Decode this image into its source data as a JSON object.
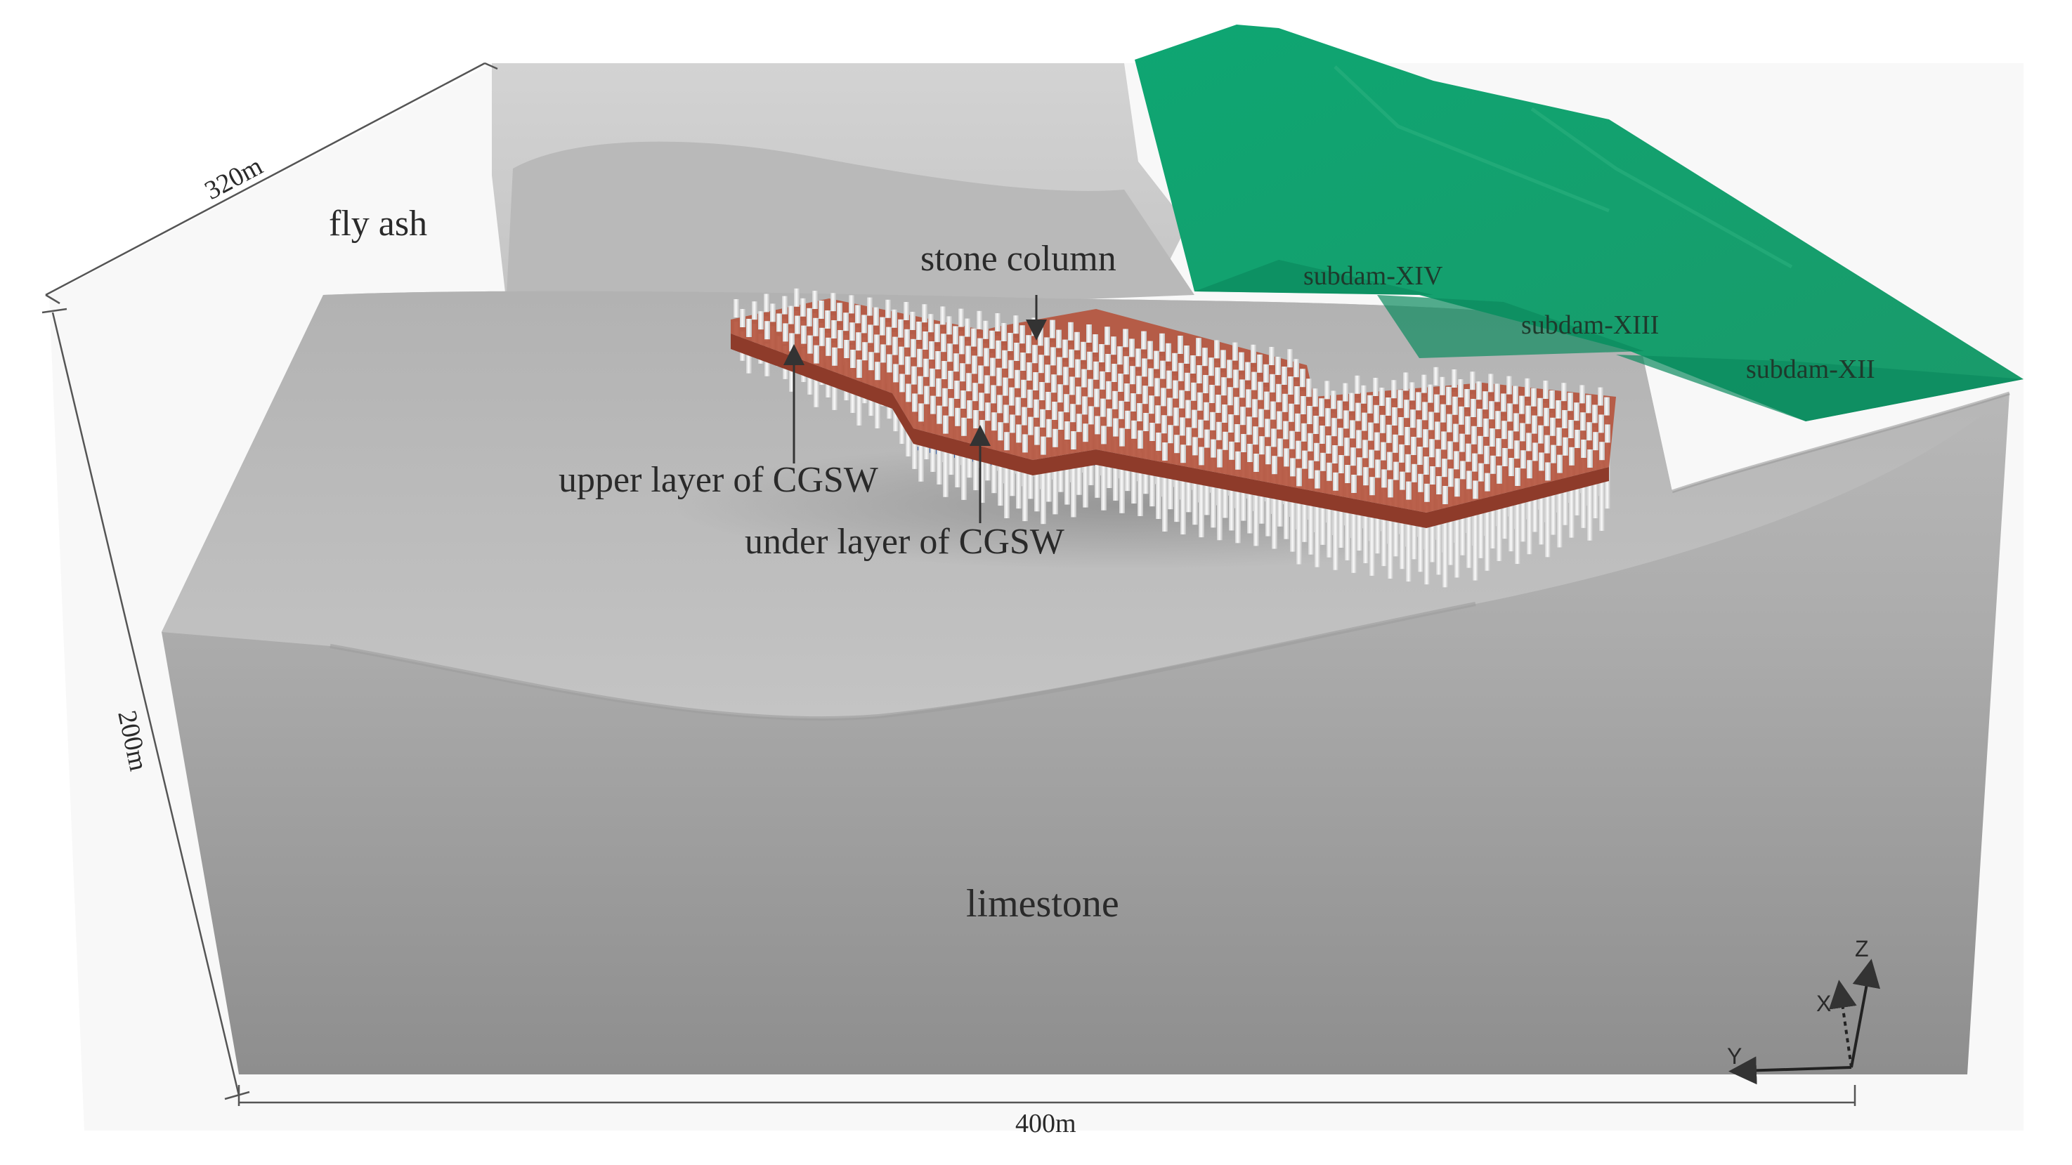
{
  "labels": {
    "fly_ash": "fly ash",
    "stone_column": "stone column",
    "upper_layer": "upper layer of CGSW",
    "under_layer": "under layer of CGSW",
    "limestone": "limestone",
    "subdam_xiv": "subdam-XIV",
    "subdam_xiii": "subdam-XIII",
    "subdam_xii": "subdam-XII"
  },
  "dimensions": {
    "depth": "320m",
    "height": "200m",
    "width": "400m"
  },
  "axes": {
    "x": "X",
    "y": "Y",
    "z": "Z"
  },
  "colors": {
    "limestone": "#a3a3a3",
    "fly_ash": "#c6c6c6",
    "subdam": "#0f9e6e",
    "cgsw_upper": "#b5553e",
    "cgsw_under": "#4a78c8",
    "stone_column": "#ebebeb"
  }
}
